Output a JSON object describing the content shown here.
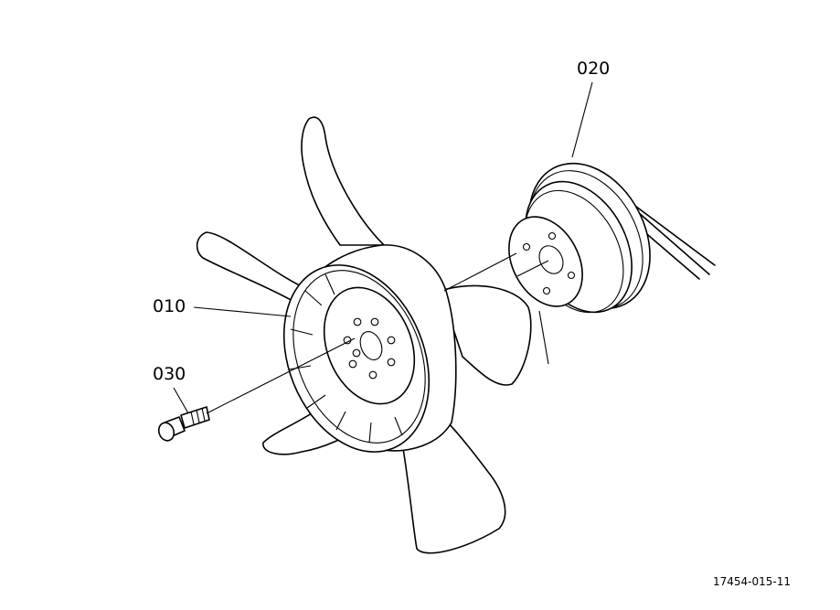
{
  "diagram": {
    "callouts": [
      {
        "id": "fan",
        "label": "010"
      },
      {
        "id": "pulley",
        "label": "020"
      },
      {
        "id": "bolt",
        "label": "030"
      }
    ],
    "drawing_code": "17454-015-11",
    "line_color": "#000000",
    "background": "#ffffff"
  }
}
